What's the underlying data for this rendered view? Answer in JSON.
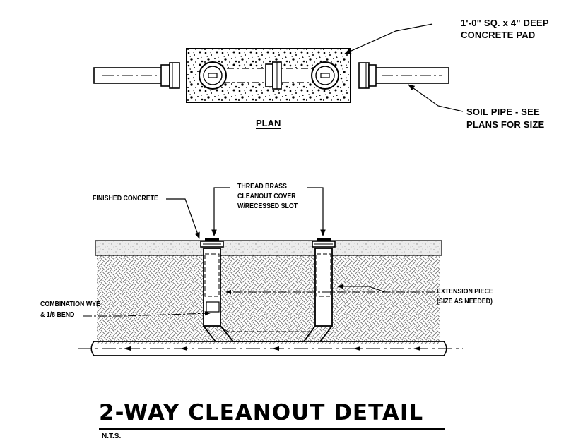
{
  "plan": {
    "pad_callout_line1": "1'-0\" SQ. x 4\" DEEP",
    "pad_callout_line2": "CONCRETE PAD",
    "pipe_callout_line1": "SOIL PIPE - SEE",
    "pipe_callout_line2": "PLANS FOR SIZE",
    "view_label": "PLAN"
  },
  "section": {
    "finished_concrete": "FINISHED CONCRETE",
    "cover_line1": "THREAD BRASS",
    "cover_line2": "CLEANOUT COVER",
    "cover_line3": "W/RECESSED SLOT",
    "wye_line1": "COMBINATION WYE",
    "wye_line2": "& 1/8 BEND",
    "ext_line1": "EXTENSION PIECE",
    "ext_line2": "(SIZE AS NEEDED)"
  },
  "title": {
    "main": "2-WAY CLEANOUT DETAIL",
    "scale": "N.T.S."
  }
}
